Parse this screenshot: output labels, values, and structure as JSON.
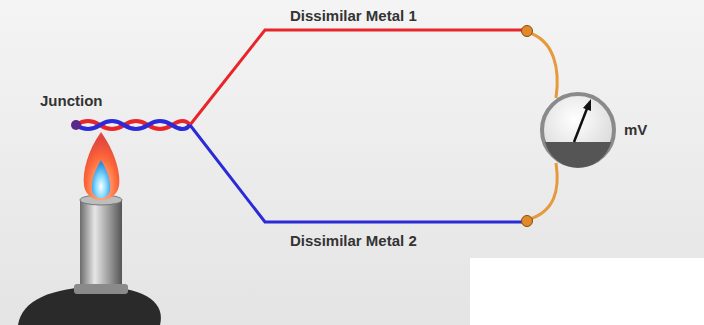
{
  "diagram": {
    "labels": [
      "Junction",
      "Dissimilar Metal 1",
      "Dissimilar Metal 2",
      "mV"
    ]
  }
}
